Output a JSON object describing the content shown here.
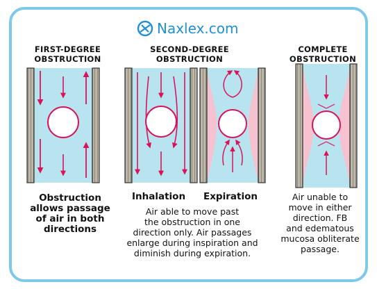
{
  "brand": {
    "name": "Naxlex.com"
  },
  "columns": [
    {
      "title": "FIRST-DEGREE\nOBSTRUCTION",
      "caption": "Obstruction\nallows passage\nof air in both\ndirections"
    },
    {
      "title": "SECOND-DEGREE\nOBSTRUCTION",
      "phases": [
        "Inhalation",
        "Expiration"
      ],
      "caption": "Air able to move past\nthe obstruction in one\ndirection only. Air passages\nenlarge during inspiration and\ndiminish during expiration."
    },
    {
      "title": "COMPLETE\nOBSTRUCTION",
      "caption": "Air unable to\nmove in either\ndirection. FB\nand edematous\nmucosa obliterate\npassage."
    }
  ],
  "colors": {
    "frame": "#7ec8ec",
    "airway": "#b8e4f0",
    "wall": "#bdb7aa",
    "mucosa": "#f7c2cf",
    "arrow": "#d8135a",
    "foreign_body": "#ffffff",
    "brand": "#1f8fd6"
  }
}
